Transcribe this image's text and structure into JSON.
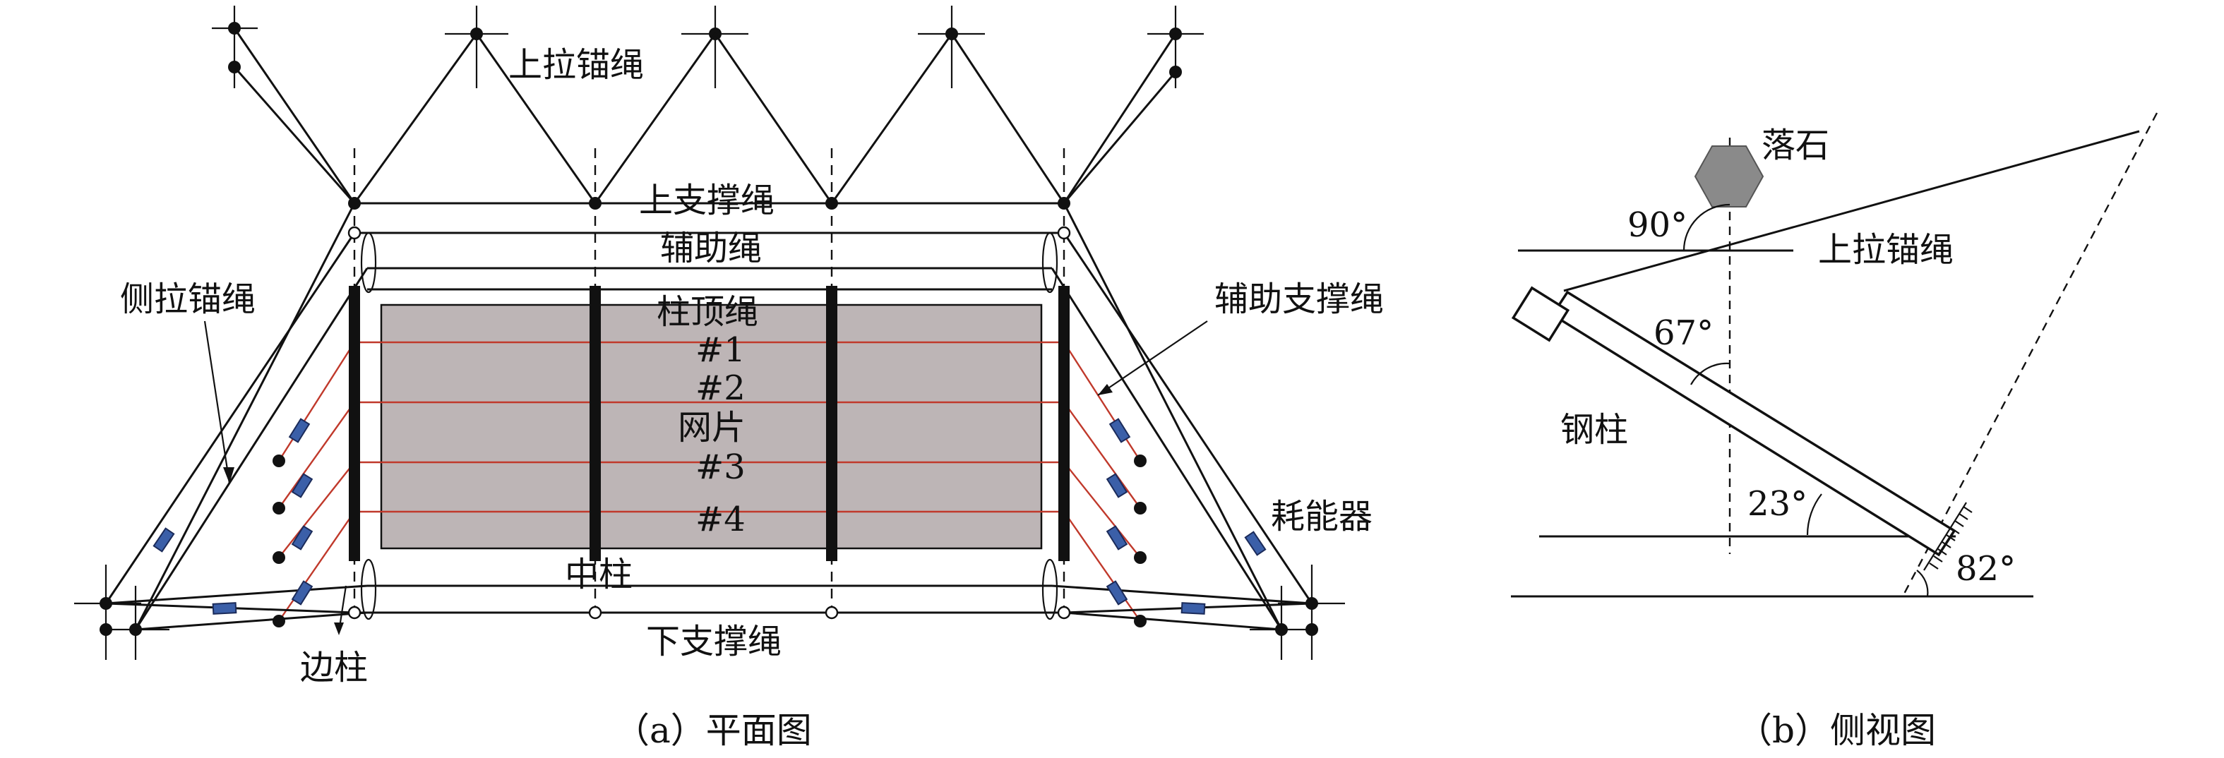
{
  "figure_a": {
    "caption": "（a）平面图",
    "labels": {
      "upper_anchor": "上拉锚绳",
      "upper_support": "上支撑绳",
      "aux_rope": "辅助绳",
      "column_top_rope": "柱顶绳",
      "r1": "#1",
      "r2": "#2",
      "net": "网片",
      "r3": "#3",
      "r4": "#4",
      "middle_column": "中柱",
      "lower_support": "下支撑绳",
      "side_anchor": "侧拉锚绳",
      "aux_support": "辅助支撑绳",
      "energy_dissipator": "耗能器",
      "side_column": "边柱"
    }
  },
  "figure_b": {
    "caption": "（b）侧视图",
    "labels": {
      "falling_rock": "落石",
      "upper_anchor": "上拉锚绳",
      "steel_column": "钢柱",
      "angle_90": "90°",
      "angle_67": "67°",
      "angle_23": "23°",
      "angle_82": "82°"
    }
  },
  "colors": {
    "net_fill": "#bdb5b6",
    "rope_red": "#c0392b",
    "dissipator": "#3b5fa8",
    "rock": "#8a8a8a"
  }
}
